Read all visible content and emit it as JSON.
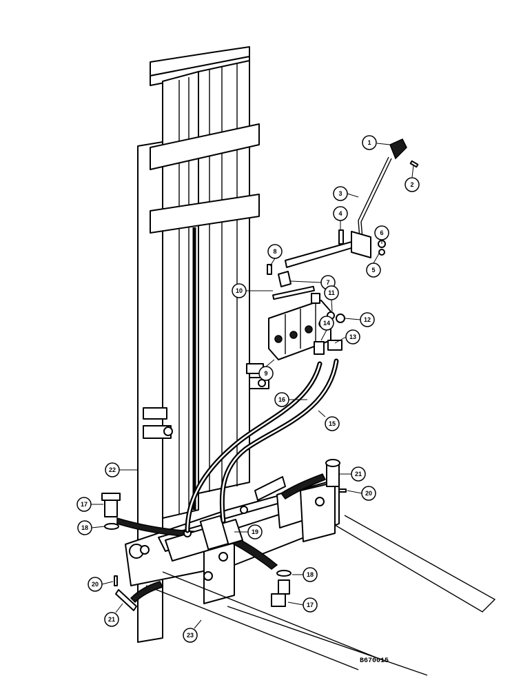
{
  "drawing_code": "B670015",
  "callouts": [
    {
      "id": "1",
      "label": "1"
    },
    {
      "id": "2",
      "label": "2"
    },
    {
      "id": "3",
      "label": "3"
    },
    {
      "id": "4",
      "label": "4"
    },
    {
      "id": "5",
      "label": "5"
    },
    {
      "id": "6",
      "label": "6"
    },
    {
      "id": "7",
      "label": "7"
    },
    {
      "id": "8",
      "label": "8"
    },
    {
      "id": "9",
      "label": "9"
    },
    {
      "id": "10",
      "label": "10"
    },
    {
      "id": "11",
      "label": "11"
    },
    {
      "id": "12",
      "label": "12"
    },
    {
      "id": "13",
      "label": "13"
    },
    {
      "id": "14",
      "label": "14"
    },
    {
      "id": "15",
      "label": "15"
    },
    {
      "id": "16",
      "label": "16"
    },
    {
      "id": "17a",
      "label": "17"
    },
    {
      "id": "17b",
      "label": "17"
    },
    {
      "id": "18a",
      "label": "18"
    },
    {
      "id": "18b",
      "label": "18"
    },
    {
      "id": "19",
      "label": "19"
    },
    {
      "id": "20a",
      "label": "20"
    },
    {
      "id": "20b",
      "label": "20"
    },
    {
      "id": "21a",
      "label": "21"
    },
    {
      "id": "21b",
      "label": "21"
    },
    {
      "id": "22",
      "label": "22"
    },
    {
      "id": "23",
      "label": "23"
    }
  ]
}
